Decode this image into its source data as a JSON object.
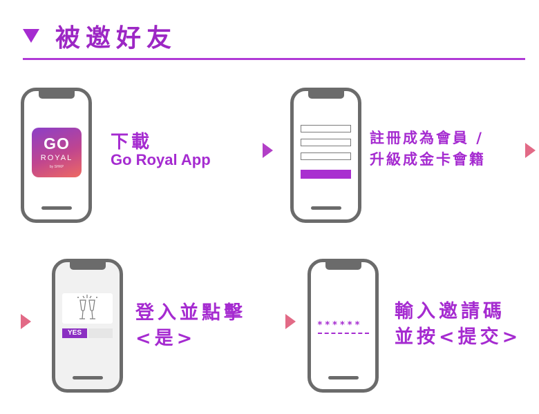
{
  "header": {
    "title": "被邀好友"
  },
  "step1": {
    "title": "下載",
    "app_name": "Go Royal App",
    "icon": {
      "line1": "GO",
      "line2": "ROYAL",
      "line3": "by SHKP"
    }
  },
  "step2": {
    "line1": "註冊成為會員 /",
    "line2": "升級成金卡會籍"
  },
  "step3": {
    "line1": "登入並點擊",
    "line2": "<是>",
    "yes_label": "YES"
  },
  "step4": {
    "line1": "輸入邀請碼",
    "line2": "並按<提交>",
    "code": "******"
  },
  "colors": {
    "accent": "#a52bd0",
    "arrow_pink": "#e26a86",
    "phone_frame": "#6b6b6b"
  }
}
